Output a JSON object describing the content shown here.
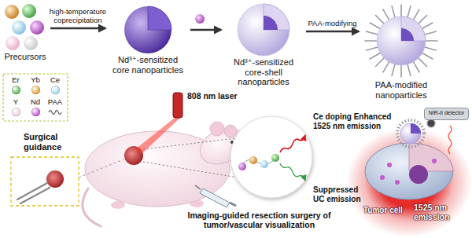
{
  "diagram": {
    "nodes": [
      {
        "text": [
          "Precursors"
        ]
      },
      {
        "text": [
          "Nd³⁺-sensitized core nanoparticles"
        ]
      },
      {
        "text": [
          "Nd³⁺-sensitized core-shell nanoparticles"
        ]
      },
      {
        "text": [
          "PAA-modified nanoparticles"
        ]
      },
      {
        "text": [
          "NIR-II detector"
        ]
      }
    ],
    "edges": [
      {
        "from": 0,
        "to": 1,
        "arrow": "to",
        "label": "high-temperature coprecipitation"
      },
      {
        "from": 1,
        "to": 2,
        "arrow": "to"
      },
      {
        "from": 2,
        "to": 3,
        "arrow": "to",
        "label": "PAA-modifying"
      }
    ],
    "labels": [
      "808 nm laser",
      "Ce doping Enhanced 1525 nm emission",
      "Suppressed UC emission",
      "Surgical guidance",
      "Imaging-guided resection surgery of tumor/vascular visualization",
      "1525 nm emission",
      "Tumor cell"
    ],
    "legend": [
      {
        "text": "Er",
        "color": "#5cb85c"
      },
      {
        "text": "Yb",
        "color": "#e8a33a"
      },
      {
        "text": "Ce",
        "color": "#a9d9f2"
      },
      {
        "text": "Y",
        "color": "#f4d2e4"
      },
      {
        "text": "Nd",
        "color": "#c35bd0"
      },
      {
        "text": "PAA"
      }
    ]
  }
}
